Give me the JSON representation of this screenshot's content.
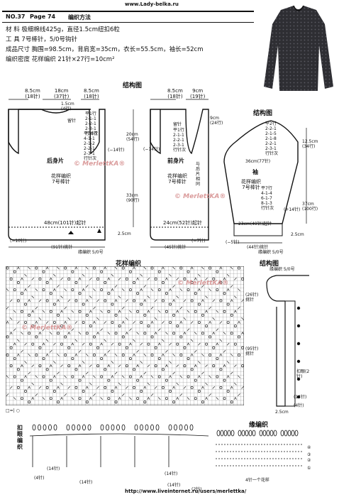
{
  "header": {
    "site": "www.Lady-belka.ru",
    "no": "NO.37",
    "page": "Page 74",
    "method": "编织方法"
  },
  "specs": [
    {
      "label": "材    料",
      "value": "极细棉线425g，直径1.5cm纽扣6粒"
    },
    {
      "label": "工    具",
      "value": "7号棒针，5/0号钩针"
    },
    {
      "label": "成品尺寸",
      "value": "胸围=98.5cm，背肩宽=35cm，衣长=55.5cm，袖长=52cm"
    },
    {
      "label": "编织密度",
      "value": "花样编织 21针×27行=10cm²"
    }
  ],
  "sections": {
    "structure_left": "结构图",
    "structure_right": "结构图",
    "structure_bottom": "结构图",
    "pattern": "花样编织",
    "edge": "缘编织",
    "button": "扣眼编织"
  },
  "back": {
    "name": "后身片",
    "fabric": "花样编织",
    "needle": "7号棒针",
    "top_left": "8.5cm",
    "top_left_st": "(18针)",
    "top_mid": "18cm",
    "top_mid_st": "(37针)",
    "top_right": "8.5cm",
    "top_right_st": "(18针)",
    "neck": "1.5cm",
    "neck_rows": "(4行)",
    "neck_note": "留针",
    "width": "48cm(101针)起针",
    "bottom": "(91针)挑针",
    "minus": "(−10针)",
    "edge_label": "缘编织  5/0号"
  },
  "front": {
    "name": "前身片",
    "fabric": "花样编织",
    "needle": "7号棒针",
    "top_left": "8.5cm",
    "top_left_st": "(18针)",
    "top_right": "9cm",
    "top_right_st": "(19针)",
    "neck_note": "留针",
    "len_armhole": "20cm",
    "len_armhole_rows": "(54行)",
    "len_body": "33cm",
    "len_body_rows": "(90行)",
    "hem": "2.5cm",
    "width": "24cm(52针)起针",
    "bottom": "(45针)挑针",
    "minus_left": "(−7针)",
    "minus_right": "(−14针)",
    "shoulder_cm": "9cm",
    "shoulder_rows": "(24行)",
    "dec": [
      "平1行",
      "2-1-1",
      "2-2-1",
      "2-3-1",
      "行针次"
    ],
    "dec2": [
      "平36行",
      "4-1-1",
      "2-1-2",
      "2-2-1",
      "2-3-1",
      "行针次"
    ],
    "side_text": "与后片相同"
  },
  "sleeve": {
    "name": "袖",
    "fabric": "花样编织",
    "needle": "7号棒针",
    "top": "36cm(77针)",
    "cap_cm": "12.5cm",
    "cap_rows": "(34行)",
    "len": "37cm",
    "len_rows": "(100行)",
    "hem": "2.5cm",
    "start": "23cm(49针)起针",
    "bottom": "(44针)挑针",
    "minus": "(−5针)",
    "plus": "(+14针)",
    "cap_dec": [
      "平2行",
      "2-2-1",
      "2-1-5",
      "2-1-8",
      "2-2-1",
      "2-3-1",
      "行针次"
    ],
    "inc": [
      "平7行",
      "4-1-4",
      "6-1-7",
      "8-1-3",
      "行针次"
    ]
  },
  "button_band": {
    "top": "缘编织  5/0号",
    "picked1": "(26针)挑针",
    "picked2": "(95针)挑针",
    "holes": "扣眼(2针)",
    "st1": "(14针)",
    "st2": "(4针)",
    "hem": "2.5cm"
  },
  "legend": [
    "□=|",
    "○"
  ],
  "watermark": "© MerlettKA®",
  "edge_rows": [
    "①",
    "②",
    "③",
    "④"
  ],
  "edge_note": "4针一个花样",
  "bottom_labels": [
    "(14针)",
    "(14针)",
    "(14针)",
    "(4针)",
    "(14针)",
    "(2针)"
  ],
  "footer_url": "http://www.liveinternet.ru/users/merlettka/"
}
